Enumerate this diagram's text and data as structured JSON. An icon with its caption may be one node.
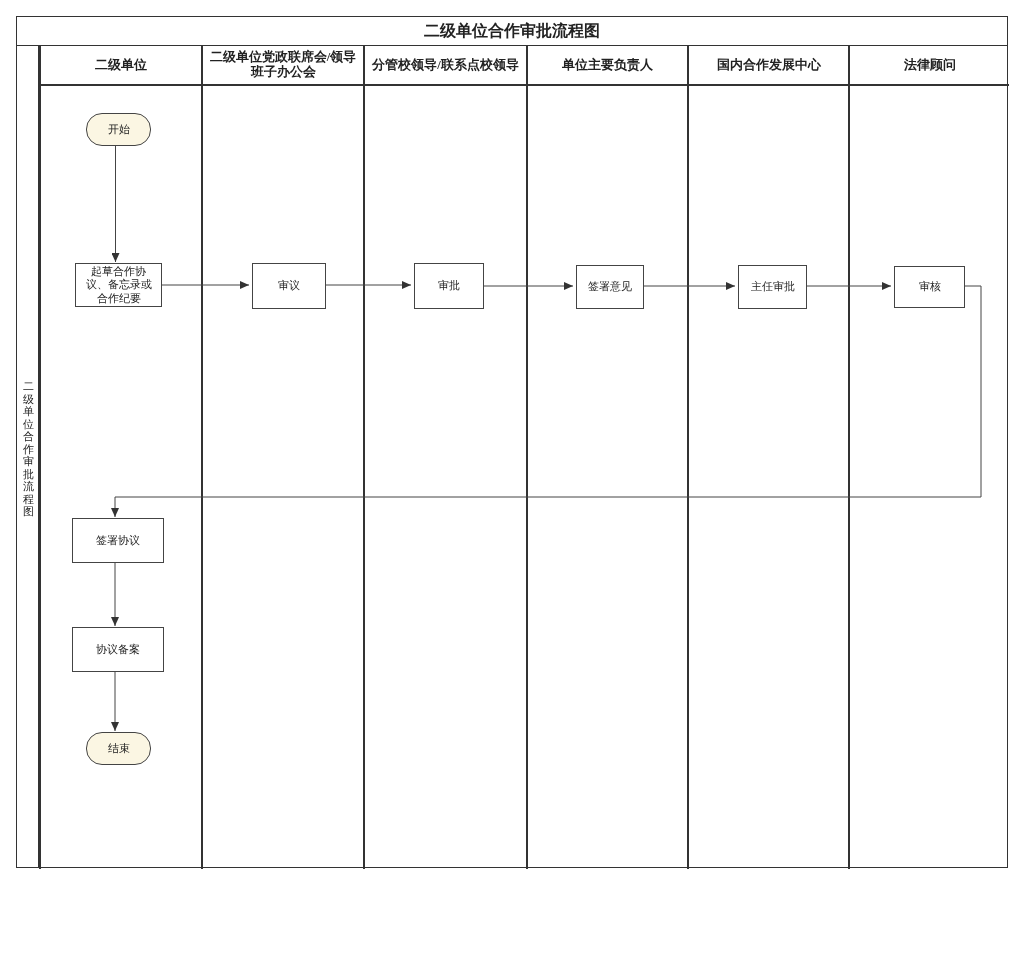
{
  "diagram": {
    "title": "二级单位合作审批流程图",
    "nodes": [
      {
        "text": [
          "二级单位合作审批流程图"
        ]
      },
      {
        "text": [
          "二级单位"
        ],
        "in": 0
      },
      {
        "text": [
          "二级单位党政联席会/领导班子办公会"
        ],
        "in": 0
      },
      {
        "text": [
          "分管校领导/联系点校领导"
        ],
        "in": 0
      },
      {
        "text": [
          "单位主要负责人"
        ],
        "in": 0
      },
      {
        "text": [
          "国内合作发展中心"
        ],
        "in": 0
      },
      {
        "text": [
          "法律顾问"
        ],
        "in": 0
      },
      {
        "text": [
          "开始"
        ],
        "in": 1
      },
      {
        "text": [
          "起草合作协议、备忘录或合作纪要"
        ],
        "in": 1
      },
      {
        "text": [
          "审议"
        ],
        "in": 2
      },
      {
        "text": [
          "审批"
        ],
        "in": 3
      },
      {
        "text": [
          "签署意见"
        ],
        "in": 4
      },
      {
        "text": [
          "主任审批"
        ],
        "in": 5
      },
      {
        "text": [
          "审核"
        ],
        "in": 6
      },
      {
        "text": [
          "签署协议"
        ],
        "in": 1
      },
      {
        "text": [
          "协议备案"
        ],
        "in": 1
      },
      {
        "text": [
          "结束"
        ],
        "in": 1
      }
    ],
    "edges": [
      {
        "from": 7,
        "to": 8,
        "arrow": "to"
      },
      {
        "from": 8,
        "to": 9,
        "arrow": "to"
      },
      {
        "from": 9,
        "to": 10,
        "arrow": "to"
      },
      {
        "from": 10,
        "to": 11,
        "arrow": "to"
      },
      {
        "from": 11,
        "to": 12,
        "arrow": "to"
      },
      {
        "from": 12,
        "to": 13,
        "arrow": "to"
      },
      {
        "from": 13,
        "to": 14,
        "arrow": "to"
      },
      {
        "from": 14,
        "to": 15,
        "arrow": "to"
      },
      {
        "from": 15,
        "to": 16,
        "arrow": "to"
      }
    ]
  }
}
